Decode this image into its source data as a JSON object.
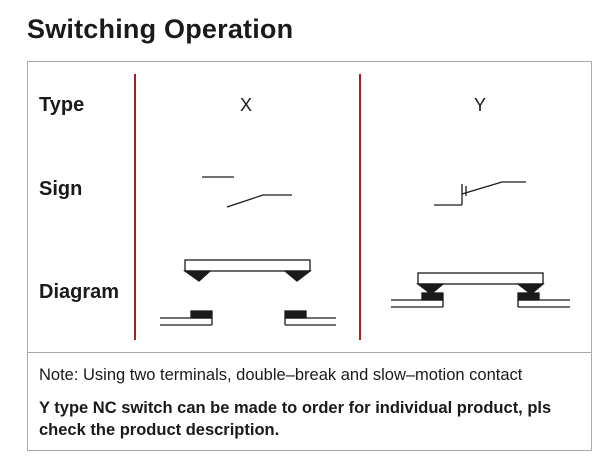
{
  "title": "Switching Operation",
  "rows": {
    "type": "Type",
    "sign": "Sign",
    "diagram": "Diagram"
  },
  "columns": {
    "x": "X",
    "y": "Y"
  },
  "note": "Note: Using two terminals, double–break and slow–motion contact",
  "note_bold": "Y type NC switch can be made to order for individual product, pls check the product description.",
  "colors": {
    "divider": "#a5201f",
    "border": "#a9a9a9",
    "ink": "#1a1a1a"
  }
}
